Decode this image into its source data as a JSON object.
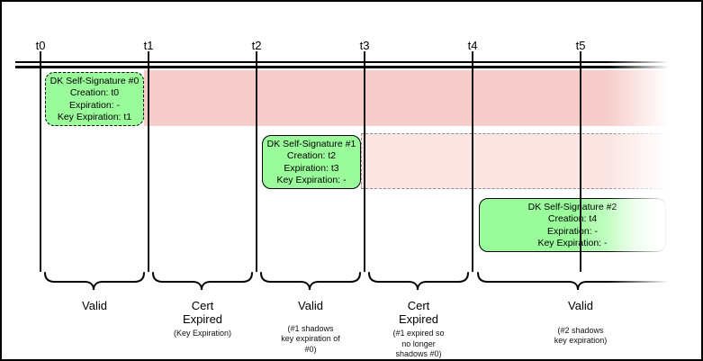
{
  "timeline": {
    "ticks": [
      "t0",
      "t1",
      "t2",
      "t3",
      "t4",
      "t5"
    ]
  },
  "signatures": [
    {
      "lines": [
        "DK Self-Signature #0",
        "Creation: t0",
        "Expiration: -",
        "Key Expiration: t1"
      ]
    },
    {
      "lines": [
        "DK Self-Signature #1",
        "Creation: t2",
        "Expiration: t3",
        "Key Expiration: -"
      ]
    },
    {
      "lines": [
        "DK Self-Signature #2",
        "Creation: t4",
        "Expiration: -",
        "Key Expiration: -"
      ]
    }
  ],
  "periods": [
    {
      "label_lines": [
        "Valid"
      ],
      "sub_lines": []
    },
    {
      "label_lines": [
        "Cert",
        "Expired"
      ],
      "sub_lines": [
        "(Key Expiration)"
      ]
    },
    {
      "label_lines": [
        "Valid"
      ],
      "sub_lines": [
        "(#1 shadows",
        "key expiration of",
        "#0)"
      ]
    },
    {
      "label_lines": [
        "Cert",
        "Expired"
      ],
      "sub_lines": [
        "(#1 expired so",
        "no longer",
        "shadows #0)"
      ]
    },
    {
      "label_lines": [
        "Valid"
      ],
      "sub_lines": [
        "(#2 shadows",
        "key expiration)"
      ]
    }
  ],
  "colors": {
    "band_strong": "#f6cdcb",
    "band_light": "#fbe5e3",
    "signature_green": "#9afb9a"
  }
}
